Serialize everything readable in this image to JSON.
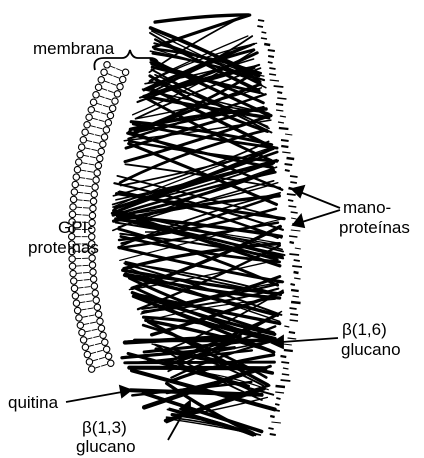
{
  "labels": {
    "membrana": "membrana",
    "gpi_line1": "GPI-",
    "gpi_line2": "proteínas",
    "mano_line1": "mano-",
    "mano_line2": "proteínas",
    "beta16_line1": "β(1,6)",
    "beta16_line2": "glucano",
    "quitina": "quitina",
    "beta13_line1": "β(1,3)",
    "beta13_line2": "glucano"
  },
  "colors": {
    "ink": "#000000",
    "background": "#ffffff"
  }
}
